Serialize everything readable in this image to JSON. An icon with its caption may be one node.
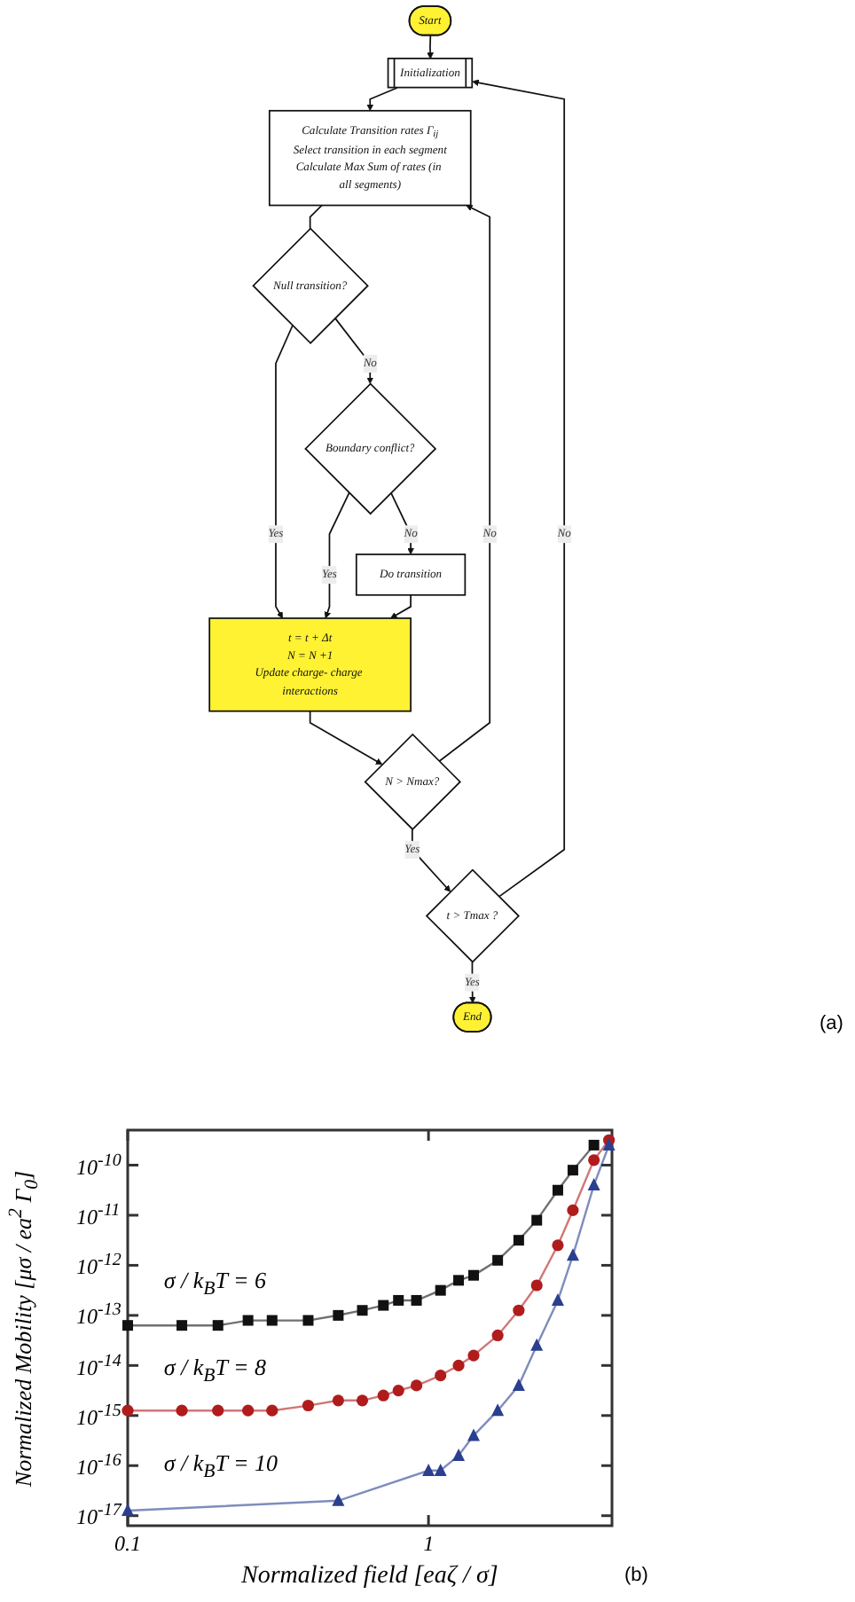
{
  "diagram": {
    "nodes": [
      {
        "text": [
          "Start"
        ]
      },
      {
        "text": [
          "Initialization"
        ]
      },
      {
        "text": [
          "Calculate Transition rates Γ$_{ij}$",
          "Select transition in each segment",
          "Calculate Max Sum of rates (in all segments)"
        ]
      },
      {
        "text": [
          "Null transition?"
        ]
      },
      {
        "text": [
          "Boundary conflict?"
        ]
      },
      {
        "text": [
          "Do transition"
        ]
      },
      {
        "text": [
          "t = t + Δt",
          "N = N +1",
          "Update charge- charge interactions"
        ]
      },
      {
        "text": [
          "N > Nmax?"
        ]
      },
      {
        "text": [
          "t > Tmax ?"
        ]
      },
      {
        "text": [
          "End"
        ]
      }
    ],
    "edges": [
      {
        "from": 0,
        "to": 1,
        "arrow": "to"
      },
      {
        "from": 1,
        "to": 2,
        "arrow": "to"
      },
      {
        "from": 2,
        "to": 3,
        "arrow": "none"
      },
      {
        "from": 3,
        "to": 4,
        "arrow": "to",
        "label": "No"
      },
      {
        "from": 4,
        "to": 5,
        "arrow": "to",
        "label": "No"
      },
      {
        "from": 3,
        "to": 6,
        "arrow": "to",
        "label": "Yes"
      },
      {
        "from": 4,
        "to": 6,
        "arrow": "to",
        "label": "Yes"
      },
      {
        "from": 5,
        "to": 6,
        "arrow": "to"
      },
      {
        "from": 6,
        "to": 7,
        "arrow": "to"
      },
      {
        "from": 7,
        "to": 2,
        "arrow": "to",
        "label": "No"
      },
      {
        "from": 7,
        "to": 8,
        "arrow": "to",
        "label": "Yes"
      },
      {
        "from": 8,
        "to": 1,
        "arrow": "to",
        "label": "No"
      },
      {
        "from": 8,
        "to": 9,
        "arrow": "to",
        "label": "Yes"
      }
    ],
    "labels": [
      "(a)",
      "Normalized Mobility [μσ / ea$^{2}$ Γ$_{0}$]",
      "10$^{-10}$",
      "10$^{-11}$",
      "10$^{-12}$",
      "σ / k$_{B}$T = 6",
      "10$^{-13}$",
      "10$^{-14}$",
      "σ / k$_{B}$T = 8",
      "10$^{-15}$",
      "10$^{-16}$",
      "σ / k$_{B}$T = 10",
      "10$^{-17}$",
      "0.1",
      "1",
      "Normalized field [eaζ / σ]",
      "(b)"
    ]
  }
}
